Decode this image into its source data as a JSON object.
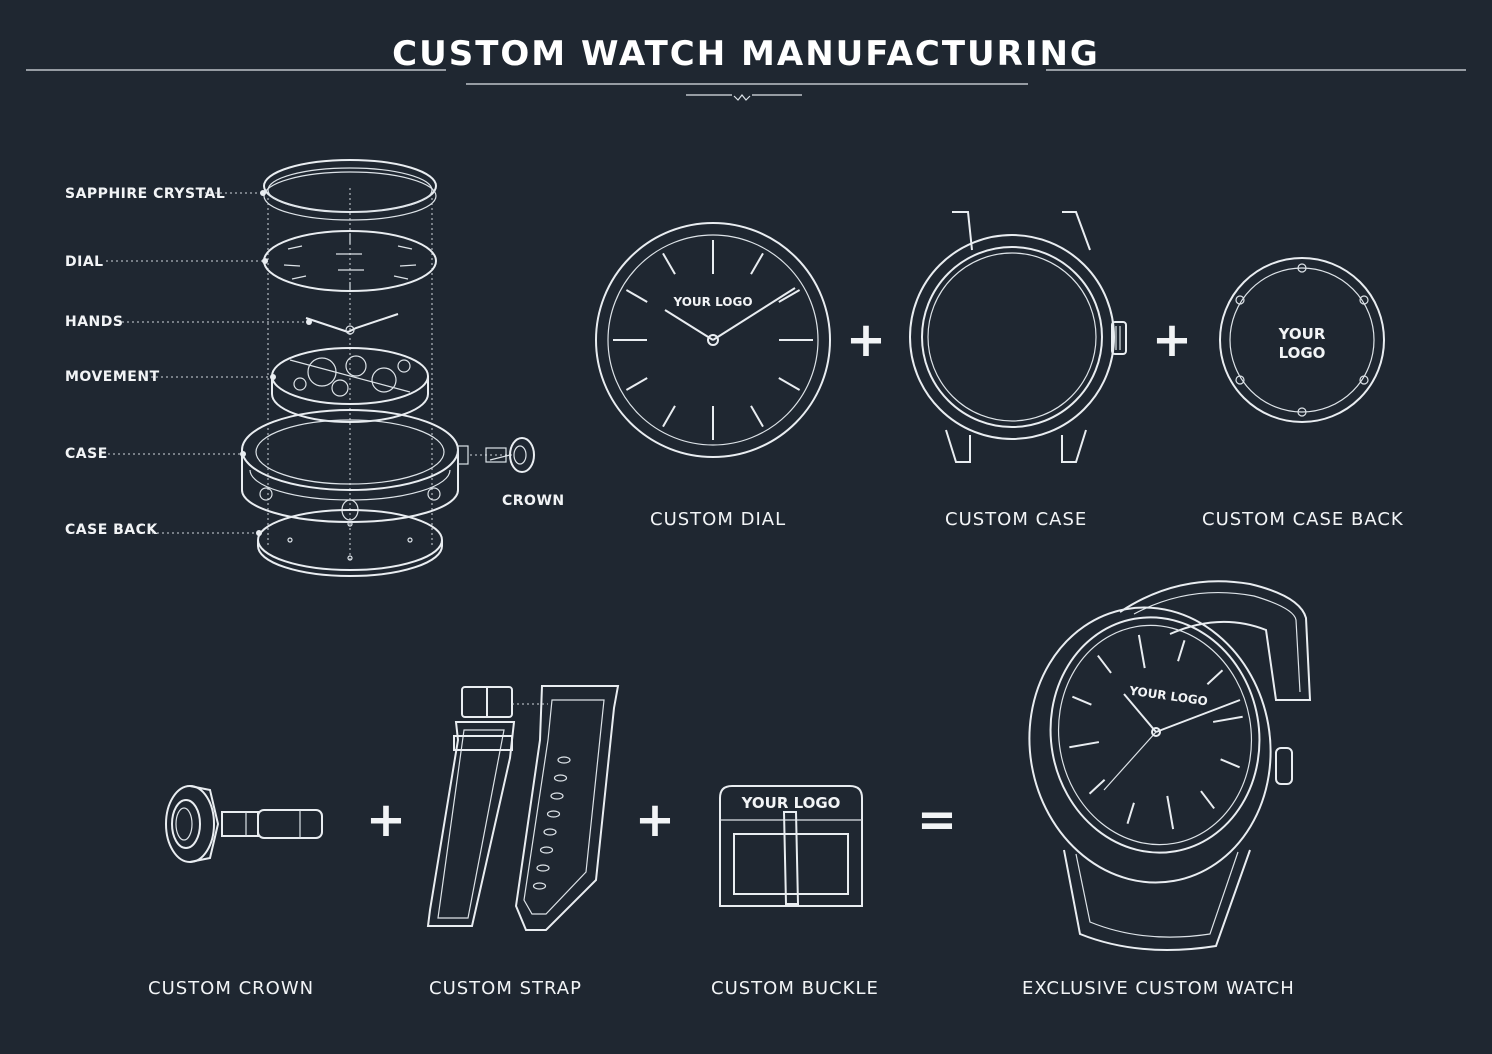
{
  "title": "CUSTOM WATCH MANUFACTURING",
  "exploded_view": {
    "callouts": [
      "SAPPHIRE CRYSTAL",
      "DIAL",
      "HANDS",
      "MOVEMENT",
      "CASE",
      "CASE BACK"
    ],
    "crown_label": "CROWN"
  },
  "components_row1": [
    {
      "label": "CUSTOM DIAL",
      "logo": "YOUR LOGO"
    },
    {
      "label": "CUSTOM CASE"
    },
    {
      "label": "CUSTOM CASE BACK",
      "logo_line1": "YOUR",
      "logo_line2": "LOGO"
    }
  ],
  "components_row2": [
    {
      "label": "CUSTOM CROWN"
    },
    {
      "label": "CUSTOM STRAP"
    },
    {
      "label": "CUSTOM BUCKLE",
      "logo": "YOUR LOGO"
    },
    {
      "label": "EXCLUSIVE CUSTOM WATCH",
      "logo": "YOUR LOGO"
    }
  ],
  "operators": {
    "plus": "+",
    "equals": "="
  },
  "colors": {
    "background": "#1f2731",
    "line": "#e9edf1"
  }
}
